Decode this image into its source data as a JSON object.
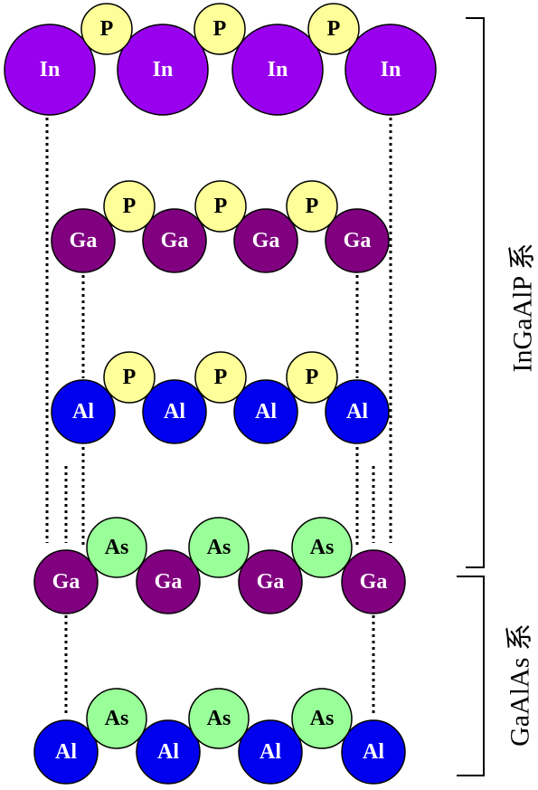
{
  "rows": [
    {
      "id": "in-p",
      "cations": [
        "In",
        "In",
        "In",
        "In"
      ],
      "anions": [
        "P",
        "P",
        "P"
      ]
    },
    {
      "id": "ga-p",
      "cations": [
        "Ga",
        "Ga",
        "Ga",
        "Ga"
      ],
      "anions": [
        "P",
        "P",
        "P"
      ]
    },
    {
      "id": "al-p",
      "cations": [
        "Al",
        "Al",
        "Al",
        "Al"
      ],
      "anions": [
        "P",
        "P",
        "P"
      ]
    },
    {
      "id": "ga-as",
      "cations": [
        "Ga",
        "Ga",
        "Ga",
        "Ga"
      ],
      "anions": [
        "As",
        "As",
        "As"
      ]
    },
    {
      "id": "al-as",
      "cations": [
        "Al",
        "Al",
        "Al",
        "Al"
      ],
      "anions": [
        "As",
        "As",
        "As"
      ]
    }
  ],
  "colors": {
    "In": "#9900ee",
    "Ga": "#800080",
    "Al": "#0000ee",
    "P": "#ffff99",
    "As": "#99ff99",
    "label_light": "#ffffff",
    "label_dark": "#000000",
    "outline": "#000000"
  },
  "brackets": {
    "ingaalp": "InGaAlP 系",
    "gaalas": "GaAlAs 系"
  }
}
